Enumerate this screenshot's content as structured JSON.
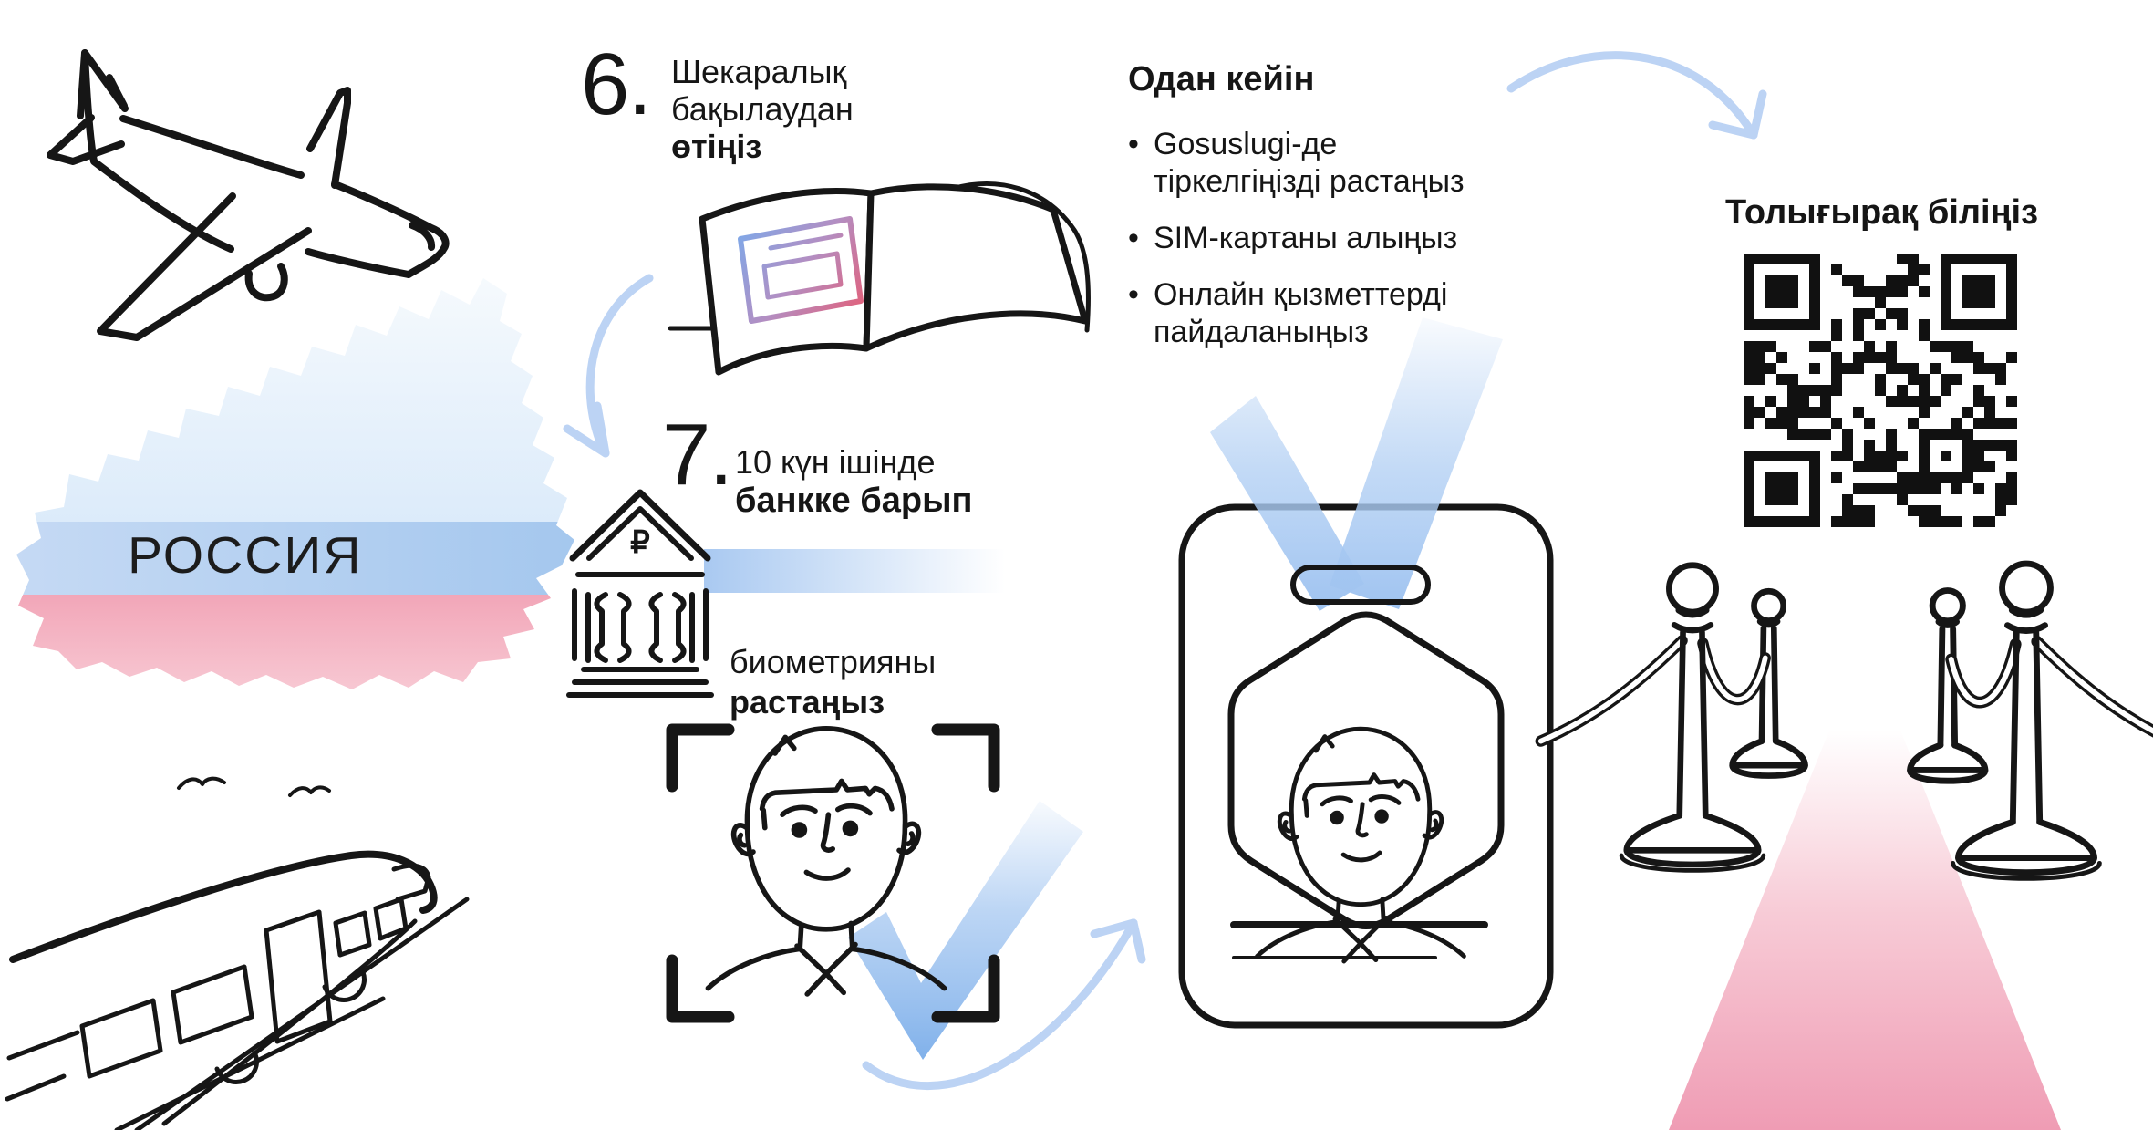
{
  "colors": {
    "ink": "#161616",
    "accent-blue": "#a9c9f1",
    "accent-blue-strong": "#7fb0ea",
    "arrow-blue": "#bcd3f4",
    "flag-blue": "#aecdf0",
    "flag-red": "#f2a6b8",
    "carpet-pink": "#ef9cb4"
  },
  "map": {
    "label": "РОССИЯ"
  },
  "steps": {
    "six": {
      "number": "6.",
      "line1": "Шекаралық",
      "line2": "бақылаудан",
      "line3": "өтіңіз"
    },
    "seven": {
      "number": "7.",
      "line1": "10 күн ішінде",
      "line2": "банкке барып"
    },
    "biometrics": {
      "line1": "биометрияны",
      "line2": "растаңыз"
    }
  },
  "after": {
    "heading": "Одан кейін",
    "bullet_glyph": "•",
    "bullets": [
      {
        "line1": "Gosuslugi-де",
        "line2": "тіркелгіңізді растаңыз"
      },
      {
        "line1": "SIM-картаны алыңыз",
        "line2": ""
      },
      {
        "line1": "Онлайн қызметтерді",
        "line2": "пайдаланыңыз"
      }
    ]
  },
  "qr": {
    "caption": "Толығырақ біліңіз"
  },
  "bank": {
    "currency_symbol": "₽"
  }
}
